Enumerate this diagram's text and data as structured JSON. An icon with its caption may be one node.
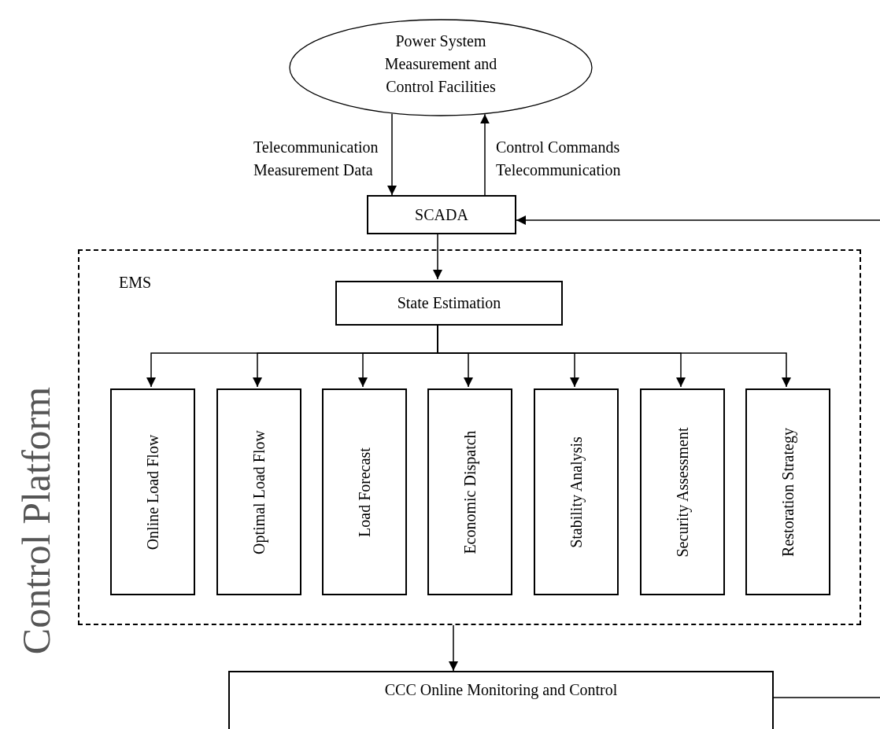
{
  "diagram": {
    "nodes": [
      {
        "text": [
          "Power System Measurement and Control Facilities"
        ]
      },
      {
        "text": [
          "SCADA"
        ]
      },
      {
        "text": [
          "EMS"
        ]
      },
      {
        "text": [
          "State Estimation"
        ],
        "in": 2
      },
      {
        "text": [
          "Online Load Flow"
        ],
        "in": 2
      },
      {
        "text": [
          "Optimal Load Flow"
        ],
        "in": 2
      },
      {
        "text": [
          "Load Forecast"
        ],
        "in": 2
      },
      {
        "text": [
          "Economic Dispatch"
        ],
        "in": 2
      },
      {
        "text": [
          "Stability Analysis"
        ],
        "in": 2
      },
      {
        "text": [
          "Security Assessment"
        ],
        "in": 2
      },
      {
        "text": [
          "Restoration Strategy"
        ],
        "in": 2
      },
      {
        "text": [
          "CCC Online Monitoring and Control"
        ]
      }
    ],
    "edges": [
      {
        "from": 0,
        "to": 1,
        "arrow": "to",
        "label": "Telecommunication Measurement Data"
      },
      {
        "from": 1,
        "to": 0,
        "arrow": "to",
        "label": "Control Commands Telecommunication"
      },
      {
        "from": null,
        "to": 1,
        "arrow": "to"
      },
      {
        "from": 1,
        "to": 3,
        "arrow": "to"
      },
      {
        "from": 3,
        "to": 4,
        "arrow": "to"
      },
      {
        "from": 3,
        "to": 5,
        "arrow": "to"
      },
      {
        "from": 3,
        "to": 6,
        "arrow": "to"
      },
      {
        "from": 3,
        "to": 7,
        "arrow": "to"
      },
      {
        "from": 3,
        "to": 8,
        "arrow": "to"
      },
      {
        "from": 3,
        "to": 9,
        "arrow": "to"
      },
      {
        "from": 3,
        "to": 10,
        "arrow": "to"
      },
      {
        "from": 2,
        "to": 11,
        "arrow": "to"
      },
      {
        "from": 11,
        "to": null,
        "arrow": "none"
      }
    ],
    "labels": [
      "Control Platform"
    ]
  }
}
